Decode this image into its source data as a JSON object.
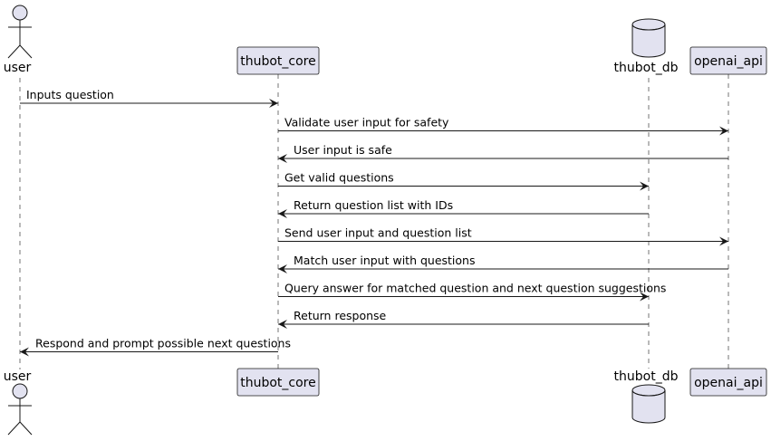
{
  "colors": {
    "participant_fill": "#e2e2f0",
    "participant_stroke": "#181818",
    "lifeline": "#181818",
    "arrow": "#181818",
    "text": "#000000"
  },
  "participants": {
    "user": {
      "label": "user",
      "kind": "actor",
      "icon": "actor-stick-figure-icon"
    },
    "thubot_core": {
      "label": "thubot_core",
      "kind": "participant"
    },
    "thubot_db": {
      "label": "thubot_db",
      "kind": "database",
      "icon": "database-cylinder-icon"
    },
    "openai_api": {
      "label": "openai_api",
      "kind": "participant"
    }
  },
  "messages": [
    {
      "from": "user",
      "to": "thubot_core",
      "text": "Inputs question"
    },
    {
      "from": "thubot_core",
      "to": "openai_api",
      "text": "Validate user input for safety"
    },
    {
      "from": "openai_api",
      "to": "thubot_core",
      "text": "User input is safe"
    },
    {
      "from": "thubot_core",
      "to": "thubot_db",
      "text": "Get valid questions"
    },
    {
      "from": "thubot_db",
      "to": "thubot_core",
      "text": "Return question list with IDs"
    },
    {
      "from": "thubot_core",
      "to": "openai_api",
      "text": "Send user input and question list"
    },
    {
      "from": "openai_api",
      "to": "thubot_core",
      "text": "Match user input with questions"
    },
    {
      "from": "thubot_core",
      "to": "thubot_db",
      "text": "Query answer for matched question and next question suggestions"
    },
    {
      "from": "thubot_db",
      "to": "thubot_core",
      "text": "Return response"
    },
    {
      "from": "thubot_core",
      "to": "user",
      "text": "Respond and prompt possible next questions"
    }
  ]
}
